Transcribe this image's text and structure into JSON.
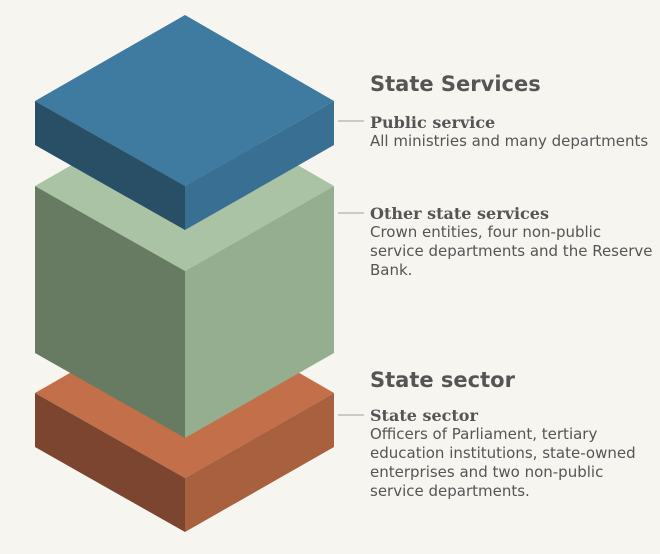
{
  "headings": {
    "upper": "State Services",
    "lower": "State sector"
  },
  "tiers": [
    {
      "title": "Public service",
      "description": "All ministries and many departments",
      "colors": {
        "top": "#3f7aa0",
        "left": "#284f66",
        "right": "#386f93"
      }
    },
    {
      "title": "Other state services",
      "description": "Crown entities, four non-public service departments and the Reserve Bank.",
      "colors": {
        "top": "#aac3a4",
        "left": "#677b63",
        "right": "#95ae90"
      }
    },
    {
      "title": "State sector",
      "description": "Officers of Parliament, tertiary education institutions, state-owned enterprises and two non-public service departments.",
      "colors": {
        "top": "#c36f49",
        "left": "#7c4530",
        "right": "#a8603f"
      }
    }
  ],
  "connector_color": "#bbbbbb"
}
